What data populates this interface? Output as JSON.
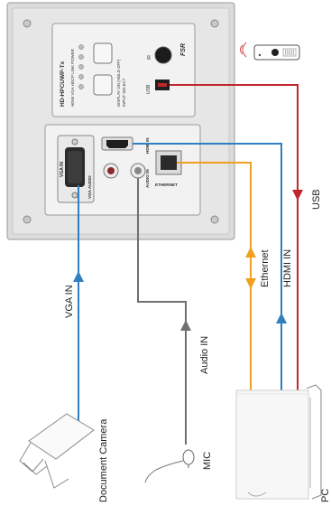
{
  "header_fragment": "p",
  "panel": {
    "model": "HD-HPCUWP-Tx",
    "brand": "FSR",
    "led_labels": "HDMI VGA HDCP LINK POWER",
    "button_input_label": "INPUT SELECT",
    "button_display_label": "DISPLAY ON (HOLD OFF)",
    "ir_label": "IR",
    "usb_label": "USB",
    "hdmi_label": "HDMI IN",
    "vga_label": "VGA IN",
    "vga_audio_label": "VGA AUDIO",
    "audio_label": "AUDIO IN",
    "ethernet_label": "ETHERNET"
  },
  "connections": {
    "vga_in": "VGA IN",
    "audio_in": "Audio IN",
    "ethernet": "Ethernet",
    "hdmi_in": "HDMI IN",
    "usb": "USB"
  },
  "devices": {
    "document_camera": "Document Camera",
    "mic": "MIC",
    "pc": "PC"
  },
  "colors": {
    "vga": "#2f7fc1",
    "hdmi": "#2f7fc1",
    "audio": "#707070",
    "ethernet": "#f0a020",
    "usb": "#c0272d",
    "panel": "#e3e3e3"
  }
}
